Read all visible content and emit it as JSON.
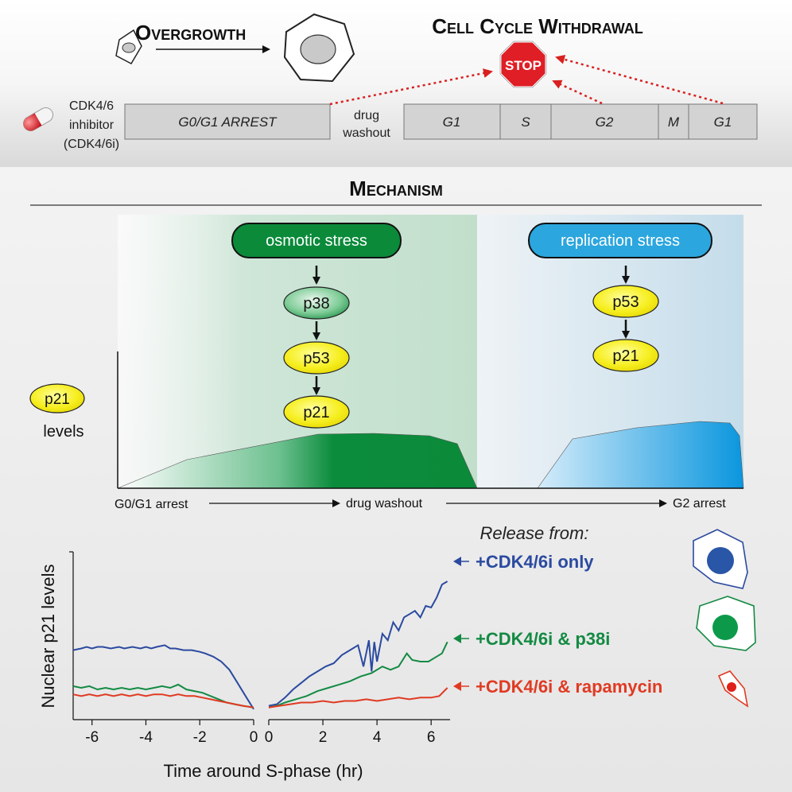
{
  "top": {
    "overgrowth_label": "Overgrowth",
    "withdrawal_label": "Cell Cycle Withdrawal",
    "stop_label": "STOP",
    "drug_label_1": "CDK4/6",
    "drug_label_2": "inhibitor",
    "drug_label_3": "(CDK4/6i)",
    "washout_1": "drug",
    "washout_2": "washout",
    "phases": {
      "arrest": "G0/G1 ARREST",
      "g1a": "G1",
      "s": "S",
      "g2": "G2",
      "m": "M",
      "g1b": "G1"
    }
  },
  "mechanism": {
    "title": "Mechanism",
    "osmotic": "osmotic stress",
    "replication": "replication stress",
    "left_chain": [
      "p38",
      "p53",
      "p21"
    ],
    "right_chain": [
      "p53",
      "p21"
    ],
    "p21_badge": "p21",
    "levels_label": "levels",
    "timeline": {
      "start": "G0/G1 arrest",
      "mid": "drug washout",
      "end": "G2 arrest"
    }
  },
  "chart_data": {
    "type": "line",
    "ylabel": "Nuclear p21 levels",
    "xlabel": "Time around S-phase (hr)",
    "left_ticks": [
      -6,
      -4,
      -2,
      0
    ],
    "right_ticks": [
      0,
      2,
      4,
      6
    ],
    "legend_title": "Release from:",
    "series": [
      {
        "name": "+CDK4/6i only",
        "color": "#2b4aa0",
        "before": [
          [
            -6.7,
            0.4
          ],
          [
            -6.4,
            0.41
          ],
          [
            -6.2,
            0.42
          ],
          [
            -6.0,
            0.41
          ],
          [
            -5.8,
            0.42
          ],
          [
            -5.6,
            0.42
          ],
          [
            -5.3,
            0.41
          ],
          [
            -5.0,
            0.42
          ],
          [
            -4.8,
            0.41
          ],
          [
            -4.5,
            0.42
          ],
          [
            -4.2,
            0.41
          ],
          [
            -4.0,
            0.42
          ],
          [
            -3.8,
            0.41
          ],
          [
            -3.6,
            0.42
          ],
          [
            -3.3,
            0.43
          ],
          [
            -3.1,
            0.41
          ],
          [
            -2.9,
            0.41
          ],
          [
            -2.6,
            0.4
          ],
          [
            -2.3,
            0.4
          ],
          [
            -2.0,
            0.39
          ],
          [
            -1.8,
            0.38
          ],
          [
            -1.5,
            0.36
          ],
          [
            -1.2,
            0.33
          ],
          [
            -0.9,
            0.28
          ],
          [
            -0.6,
            0.2
          ],
          [
            -0.3,
            0.12
          ],
          [
            0.0,
            0.04
          ]
        ],
        "after": [
          [
            0.0,
            0.06
          ],
          [
            0.3,
            0.07
          ],
          [
            0.6,
            0.11
          ],
          [
            0.9,
            0.16
          ],
          [
            1.2,
            0.2
          ],
          [
            1.5,
            0.24
          ],
          [
            1.8,
            0.27
          ],
          [
            2.1,
            0.3
          ],
          [
            2.4,
            0.32
          ],
          [
            2.7,
            0.37
          ],
          [
            3.0,
            0.4
          ],
          [
            3.3,
            0.43
          ],
          [
            3.5,
            0.3
          ],
          [
            3.7,
            0.46
          ],
          [
            3.8,
            0.27
          ],
          [
            3.9,
            0.45
          ],
          [
            4.0,
            0.33
          ],
          [
            4.2,
            0.5
          ],
          [
            4.4,
            0.46
          ],
          [
            4.6,
            0.57
          ],
          [
            4.8,
            0.52
          ],
          [
            5.0,
            0.6
          ],
          [
            5.2,
            0.62
          ],
          [
            5.4,
            0.64
          ],
          [
            5.6,
            0.6
          ],
          [
            5.8,
            0.67
          ],
          [
            6.0,
            0.66
          ],
          [
            6.2,
            0.72
          ],
          [
            6.4,
            0.8
          ],
          [
            6.6,
            0.82
          ]
        ]
      },
      {
        "name": "+CDK4/6i & p38i",
        "color": "#138a43",
        "before": [
          [
            -6.7,
            0.18
          ],
          [
            -6.4,
            0.17
          ],
          [
            -6.1,
            0.18
          ],
          [
            -5.8,
            0.16
          ],
          [
            -5.5,
            0.17
          ],
          [
            -5.2,
            0.16
          ],
          [
            -4.9,
            0.17
          ],
          [
            -4.6,
            0.16
          ],
          [
            -4.3,
            0.17
          ],
          [
            -4.0,
            0.16
          ],
          [
            -3.7,
            0.17
          ],
          [
            -3.4,
            0.18
          ],
          [
            -3.1,
            0.17
          ],
          [
            -2.8,
            0.19
          ],
          [
            -2.5,
            0.16
          ],
          [
            -2.2,
            0.15
          ],
          [
            -1.9,
            0.14
          ],
          [
            -1.6,
            0.12
          ],
          [
            -1.3,
            0.1
          ],
          [
            -1.0,
            0.08
          ],
          [
            -0.7,
            0.07
          ],
          [
            -0.4,
            0.06
          ],
          [
            0.0,
            0.05
          ]
        ],
        "after": [
          [
            0.0,
            0.05
          ],
          [
            0.3,
            0.06
          ],
          [
            0.6,
            0.08
          ],
          [
            1.0,
            0.1
          ],
          [
            1.4,
            0.12
          ],
          [
            1.8,
            0.15
          ],
          [
            2.2,
            0.17
          ],
          [
            2.6,
            0.19
          ],
          [
            3.0,
            0.21
          ],
          [
            3.4,
            0.24
          ],
          [
            3.8,
            0.26
          ],
          [
            4.2,
            0.3
          ],
          [
            4.5,
            0.28
          ],
          [
            4.8,
            0.3
          ],
          [
            5.1,
            0.38
          ],
          [
            5.3,
            0.34
          ],
          [
            5.6,
            0.33
          ],
          [
            5.9,
            0.33
          ],
          [
            6.2,
            0.36
          ],
          [
            6.4,
            0.38
          ],
          [
            6.6,
            0.45
          ]
        ]
      },
      {
        "name": "+CDK4/6i & rapamycin",
        "color": "#e03a22",
        "before": [
          [
            -6.7,
            0.13
          ],
          [
            -6.4,
            0.12
          ],
          [
            -6.1,
            0.13
          ],
          [
            -5.8,
            0.12
          ],
          [
            -5.5,
            0.13
          ],
          [
            -5.2,
            0.12
          ],
          [
            -4.9,
            0.13
          ],
          [
            -4.6,
            0.12
          ],
          [
            -4.3,
            0.13
          ],
          [
            -4.0,
            0.12
          ],
          [
            -3.7,
            0.13
          ],
          [
            -3.4,
            0.13
          ],
          [
            -3.1,
            0.12
          ],
          [
            -2.8,
            0.13
          ],
          [
            -2.5,
            0.12
          ],
          [
            -2.2,
            0.12
          ],
          [
            -1.9,
            0.11
          ],
          [
            -1.6,
            0.1
          ],
          [
            -1.3,
            0.09
          ],
          [
            -1.0,
            0.08
          ],
          [
            -0.7,
            0.07
          ],
          [
            -0.4,
            0.06
          ],
          [
            0.0,
            0.05
          ]
        ],
        "after": [
          [
            0.0,
            0.05
          ],
          [
            0.4,
            0.06
          ],
          [
            0.8,
            0.07
          ],
          [
            1.2,
            0.08
          ],
          [
            1.6,
            0.08
          ],
          [
            2.0,
            0.09
          ],
          [
            2.4,
            0.08
          ],
          [
            2.8,
            0.09
          ],
          [
            3.2,
            0.09
          ],
          [
            3.6,
            0.1
          ],
          [
            4.0,
            0.09
          ],
          [
            4.4,
            0.1
          ],
          [
            4.8,
            0.11
          ],
          [
            5.2,
            0.1
          ],
          [
            5.6,
            0.11
          ],
          [
            6.0,
            0.11
          ],
          [
            6.3,
            0.12
          ],
          [
            6.6,
            0.17
          ]
        ]
      }
    ]
  }
}
